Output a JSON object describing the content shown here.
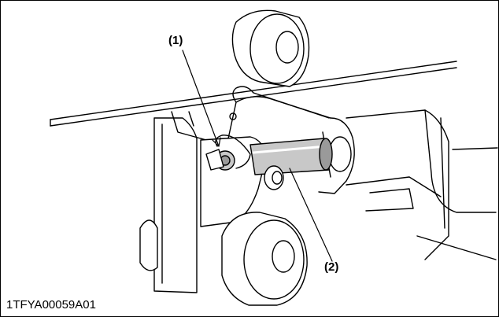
{
  "callouts": {
    "one": "(1)",
    "two": "(2)"
  },
  "figure_code": "1TFYA00059A01",
  "colors": {
    "ink": "#000000",
    "shade": "#c8c8c8",
    "shade_dark": "#9a9a9a",
    "paper": "#ffffff"
  }
}
